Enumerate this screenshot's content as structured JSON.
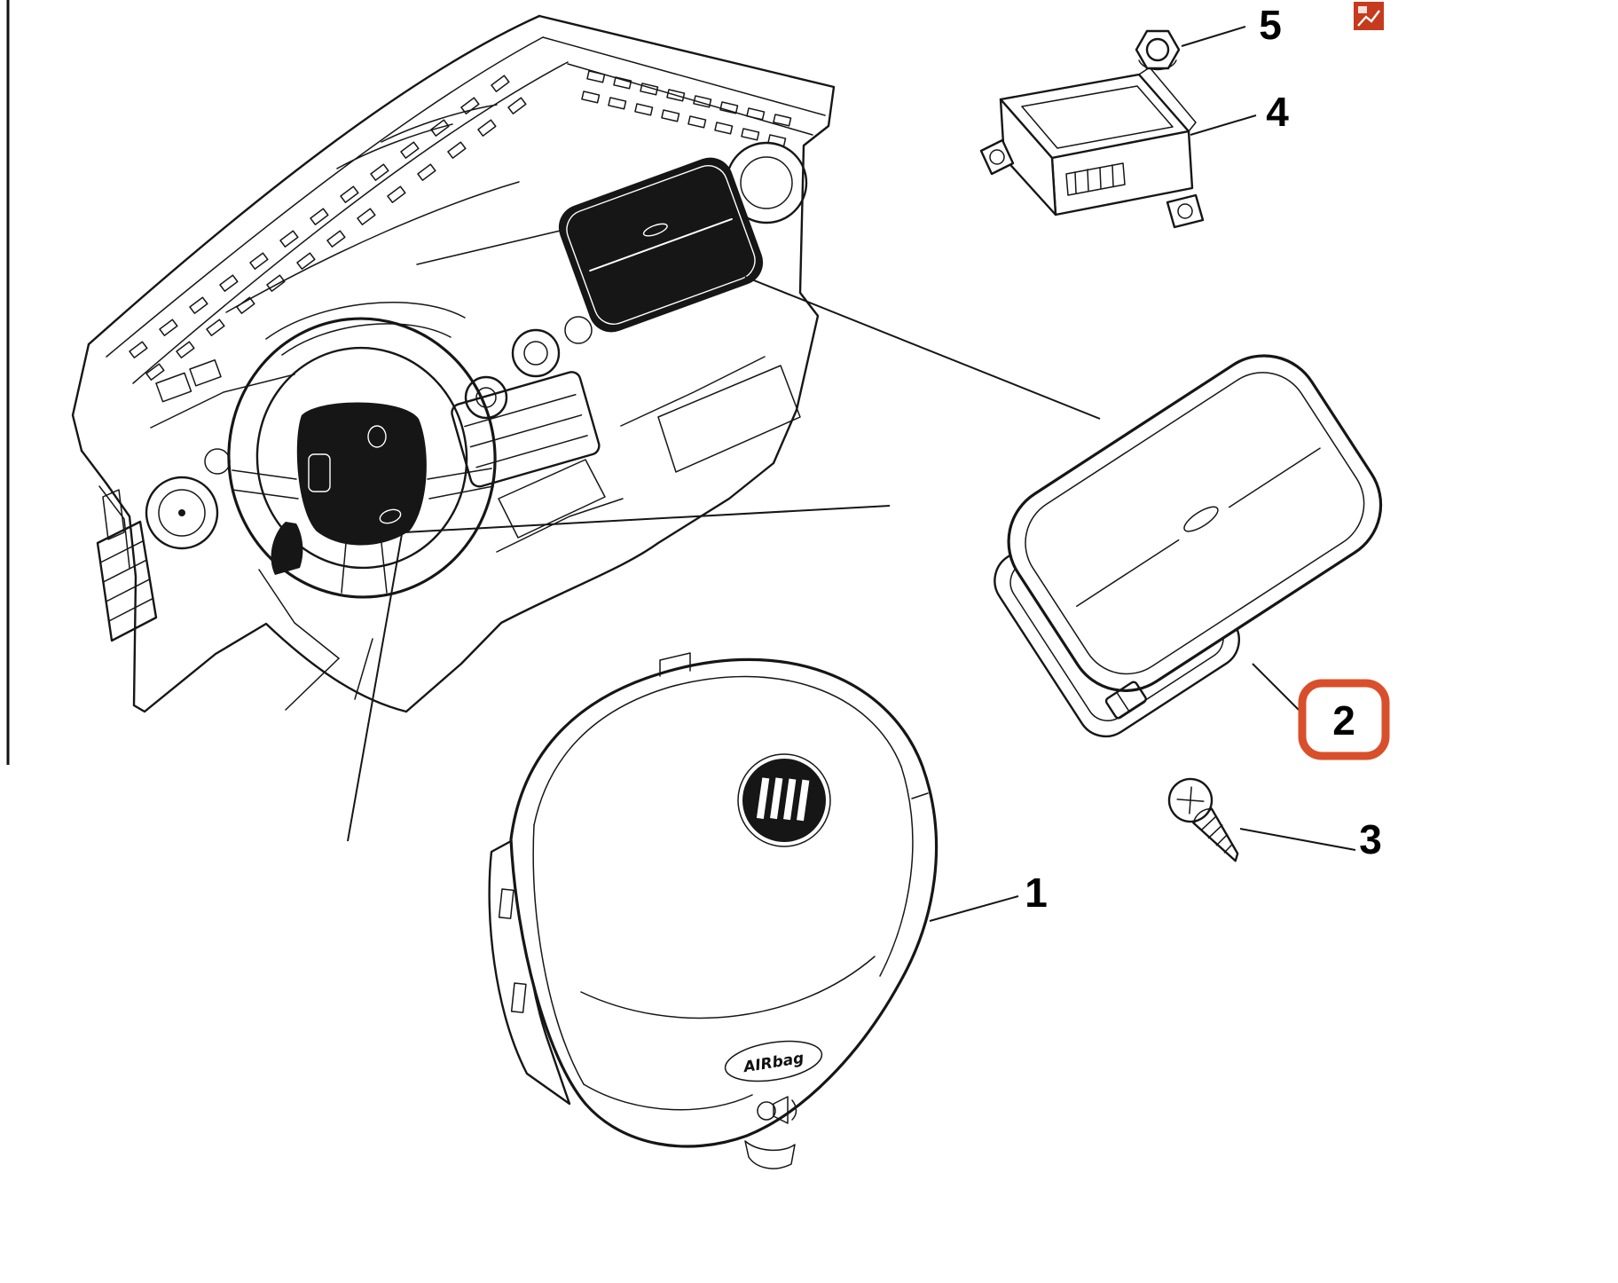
{
  "diagram": {
    "type": "exploded-parts-diagram",
    "subject": "dashboard-airbag-assembly",
    "background": "#ffffff",
    "colors": {
      "line": "#161616",
      "highlight": "#d94f2b",
      "corner_icon": "#c63a1e"
    },
    "parts": [
      {
        "number": "1",
        "name": "driver-airbag-module",
        "highlighted": false
      },
      {
        "number": "2",
        "name": "passenger-airbag-module",
        "highlighted": true
      },
      {
        "number": "3",
        "name": "fixing-screw",
        "highlighted": false
      },
      {
        "number": "4",
        "name": "airbag-control-unit",
        "highlighted": false
      },
      {
        "number": "5",
        "name": "fixing-nut",
        "highlighted": false
      }
    ],
    "badges": {
      "airbag_script": "AIRbag"
    }
  }
}
